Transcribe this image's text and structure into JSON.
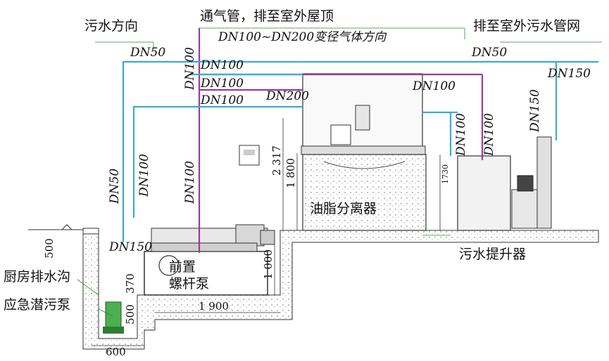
{
  "labels": {
    "sewage_direction": "污水方向",
    "vent_pipe": "通气管，排至室外屋顶",
    "reducer_gas_direction": "DN100~DN200变径气体方向",
    "outdoor_sewer": "排至室外污水管网",
    "grease_separator": "油脂分离器",
    "sewage_lift": "污水提升器",
    "front_screw_pump_1": "前置",
    "front_screw_pump_2": "螺杆泵",
    "kitchen_drain": "厨房排水沟",
    "emergency_pump": "应急潜污泵"
  },
  "pipe_labels": {
    "dn50_left": "DN50",
    "dn100_top": "DN100",
    "dn100_row1": "DN100",
    "dn100_row2": "DN100",
    "dn100_row3": "DN100",
    "dn200": "DN200",
    "dn100_right": "DN100",
    "dn50_right": "DN50",
    "dn150_right": "DN150",
    "dn150_vert": "DN150",
    "dn50_vert": "DN50",
    "dn100_vert1": "DN100",
    "dn100_vert2": "DN100",
    "dn150_pit": "DN150",
    "dn100_tank1": "DN100",
    "dn100_tank2": "DN100"
  },
  "dimensions": {
    "d2317": "2 317",
    "d1800": "1 800",
    "d1730": "1730",
    "d1000": "1 000",
    "d1900": "1 900",
    "d500_top": "500",
    "d370": "370",
    "d500_pit": "500",
    "d600": "600"
  },
  "colors": {
    "sewage_pipe": "#3aaec8",
    "vent_pipe": "#9b3b9b",
    "leader": "#2a8a2a",
    "concrete": "#9a9a9a"
  }
}
